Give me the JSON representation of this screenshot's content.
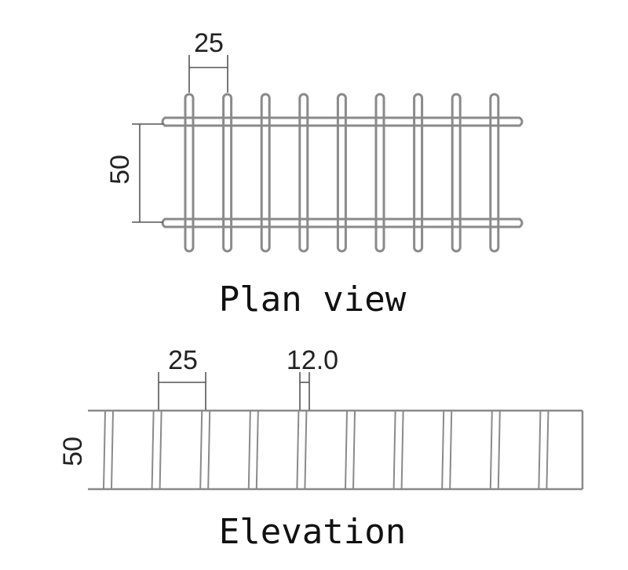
{
  "plan_view": {
    "caption": "Plan view",
    "pitch_label": "25",
    "height_label": "50",
    "bar_count": 9
  },
  "elevation": {
    "caption": "Elevation",
    "pitch_label": "25",
    "thickness_label": "12.0",
    "height_label": "50",
    "bar_count": 10
  },
  "colors": {
    "line": "#8a8a8a",
    "dim_line": "#555555",
    "text": "#222222"
  }
}
